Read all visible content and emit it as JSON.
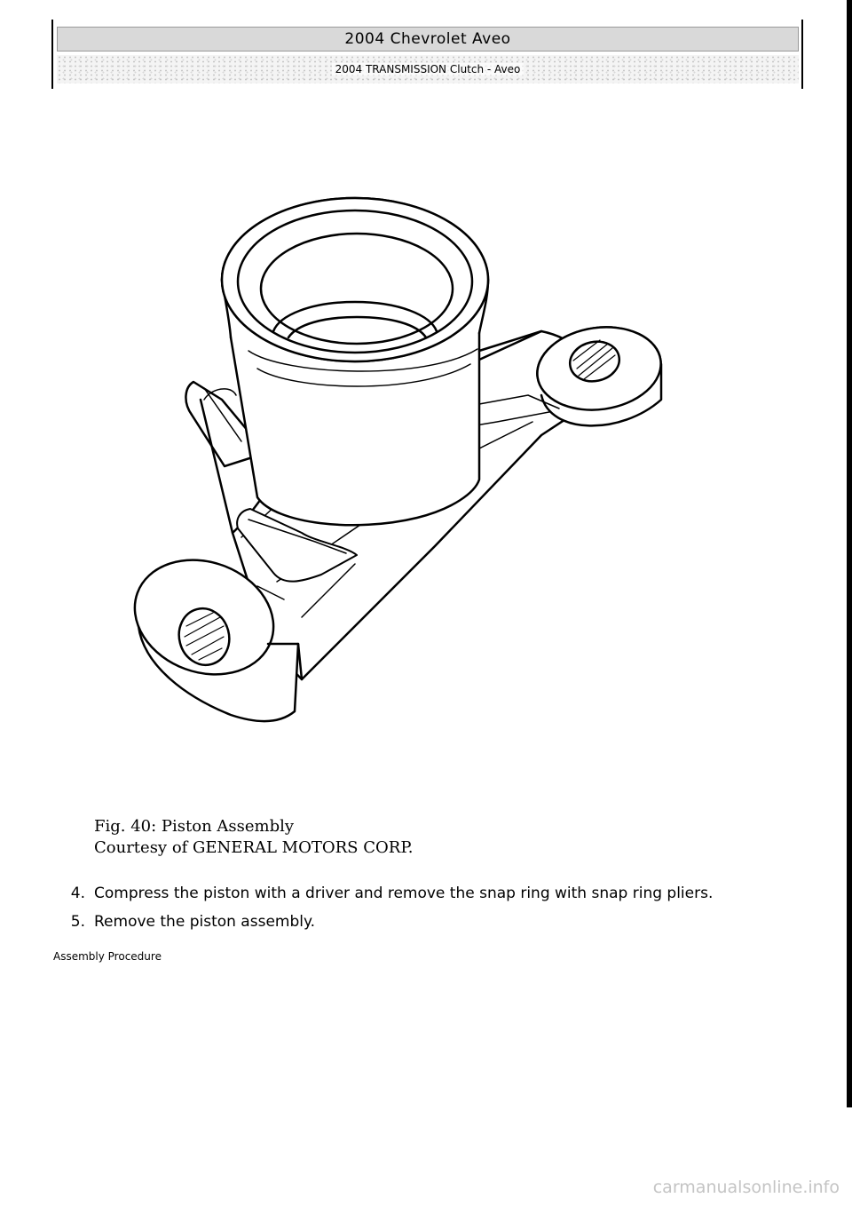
{
  "header": {
    "title": "2004 Chevrolet Aveo",
    "subtitle": "2004 TRANSMISSION Clutch - Aveo"
  },
  "figure": {
    "icon": "piston-assembly-line-drawing"
  },
  "caption": {
    "figure_label": "Fig. 40: Piston Assembly",
    "credit": "Courtesy of GENERAL MOTORS CORP."
  },
  "steps": [
    {
      "number": "4.",
      "text": "Compress the piston with a driver and remove the snap ring with snap ring pliers."
    },
    {
      "number": "5.",
      "text": "Remove the piston assembly."
    }
  ],
  "section_heading": "Assembly Procedure",
  "watermark": "carmanualsonline.info"
}
